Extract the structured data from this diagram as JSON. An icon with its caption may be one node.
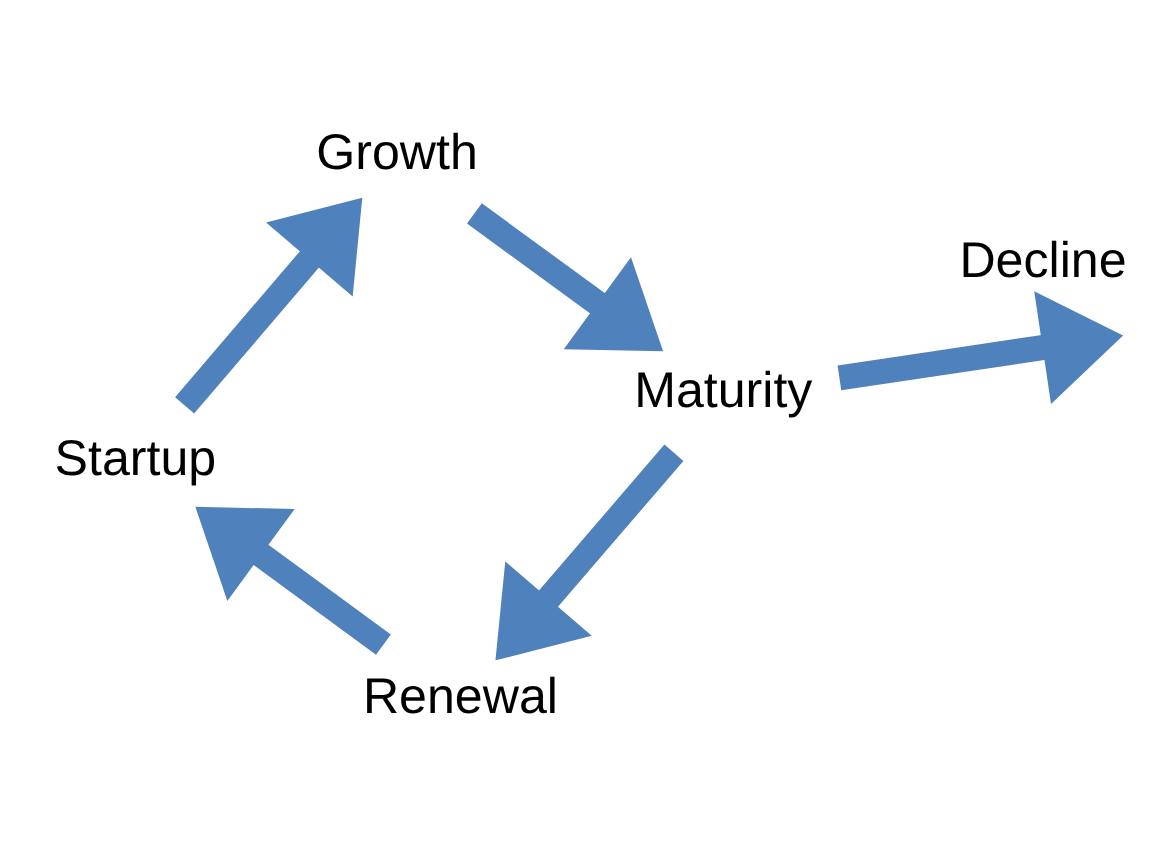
{
  "diagram": {
    "nodes": [
      {
        "text": [
          "Growth"
        ]
      },
      {
        "text": [
          "Maturity"
        ]
      },
      {
        "text": [
          "Renewal"
        ]
      },
      {
        "text": [
          "Startup"
        ]
      }
    ],
    "edges": [
      {
        "from": 0,
        "to": 1,
        "arrow": "to"
      },
      {
        "from": 1,
        "to": 2,
        "arrow": "to"
      },
      {
        "from": 2,
        "to": 3,
        "arrow": "to"
      },
      {
        "from": 3,
        "to": 0,
        "arrow": "to"
      },
      {
        "from": 1,
        "to": null,
        "arrow": "to",
        "label": "Decline"
      }
    ]
  }
}
